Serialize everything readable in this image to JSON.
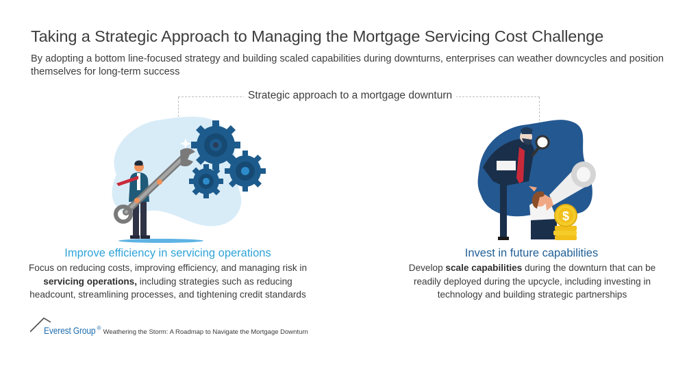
{
  "header": {
    "title": "Taking a Strategic Approach to Managing the Mortgage Servicing Cost Challenge",
    "subtitle": "By adopting a bottom line-focused strategy and building scaled capabilities during downturns, enterprises can weather downcycles and position themselves for long-term success"
  },
  "diagram": {
    "label": "Strategic approach to a mortgage downturn",
    "colors": {
      "bracket": "#bdbdbd",
      "left_heading": "#2ea3d8",
      "right_heading": "#1f5f96"
    },
    "left": {
      "illustration": "man-with-wrench-and-gears",
      "heading": "Improve efficiency in servicing operations",
      "body_pre": "Focus on reducing costs, improving efficiency, and managing risk in ",
      "body_bold": "servicing operations,",
      "body_post": " including strategies such as reducing headcount, streamlining processes, and tightening credit standards"
    },
    "right": {
      "illustration": "man-with-magnifier-woman-with-telescope-coins",
      "heading": "Invest in future capabilities",
      "body_pre": "Develop ",
      "body_bold": "scale capabilities",
      "body_post": " during the downturn that can be readily deployed during the upcycle, including investing in technology and building strategic partnerships"
    }
  },
  "footer": {
    "logo": "Everest Group",
    "registered": "®",
    "caption": "Weathering the Storm: A Roadmap to Navigate the Mortgage Downturn"
  }
}
